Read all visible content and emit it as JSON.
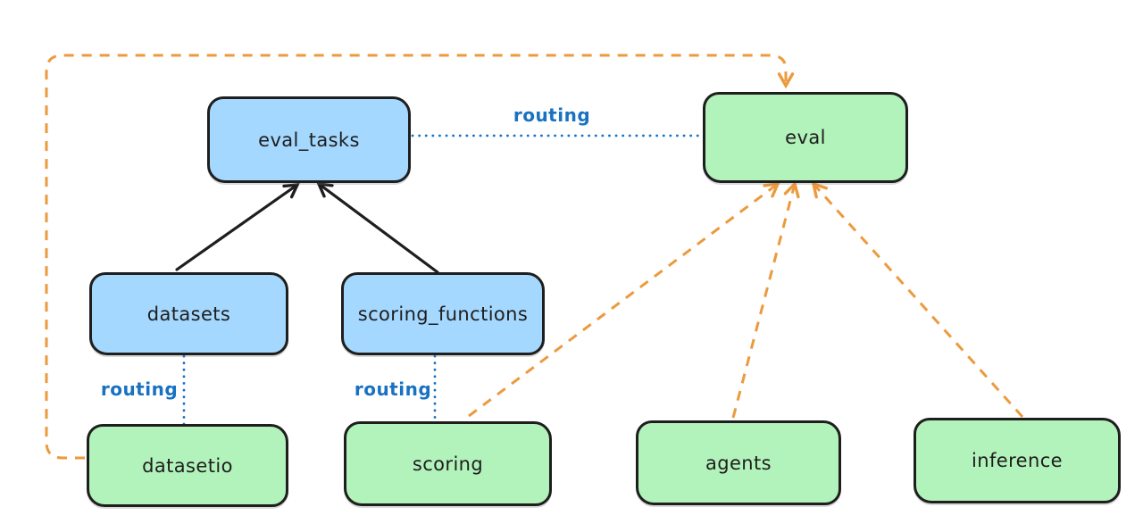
{
  "diagram": {
    "nodes": {
      "eval_tasks": {
        "label": "eval_tasks",
        "fill": "#a5d8ff"
      },
      "eval": {
        "label": "eval",
        "fill": "#b2f2bb"
      },
      "datasets": {
        "label": "datasets",
        "fill": "#a5d8ff"
      },
      "scoring_functions": {
        "label": "scoring_functions",
        "fill": "#a5d8ff"
      },
      "datasetio": {
        "label": "datasetio",
        "fill": "#b2f2bb"
      },
      "scoring": {
        "label": "scoring",
        "fill": "#b2f2bb"
      },
      "agents": {
        "label": "agents",
        "fill": "#b2f2bb"
      },
      "inference": {
        "label": "inference",
        "fill": "#b2f2bb"
      }
    },
    "edges": [
      {
        "from": "datasets",
        "to": "eval_tasks",
        "style": "solid-arrow",
        "color": "#1e1e1e"
      },
      {
        "from": "scoring_functions",
        "to": "eval_tasks",
        "style": "solid-arrow",
        "color": "#1e1e1e"
      },
      {
        "from": "eval_tasks",
        "to": "eval",
        "style": "dotted",
        "label": "routing",
        "color": "#1971c2"
      },
      {
        "from": "datasets",
        "to": "datasetio",
        "style": "dotted",
        "label": "routing",
        "color": "#1971c2"
      },
      {
        "from": "scoring_functions",
        "to": "scoring",
        "style": "dotted",
        "label": "routing",
        "color": "#1971c2"
      },
      {
        "from": "datasetio",
        "to": "eval",
        "style": "dashed-arrow",
        "color": "#ec9a3d"
      },
      {
        "from": "scoring",
        "to": "eval",
        "style": "dashed-arrow",
        "color": "#ec9a3d"
      },
      {
        "from": "agents",
        "to": "eval",
        "style": "dashed-arrow",
        "color": "#ec9a3d"
      },
      {
        "from": "inference",
        "to": "eval",
        "style": "dashed-arrow",
        "color": "#ec9a3d"
      }
    ],
    "colors": {
      "resource_fill": "#a5d8ff",
      "api_fill": "#b2f2bb",
      "stroke": "#1e1e1e",
      "routing": "#1971c2",
      "dependency": "#ec9a3d",
      "canvas_bg": "#ffffff"
    }
  }
}
